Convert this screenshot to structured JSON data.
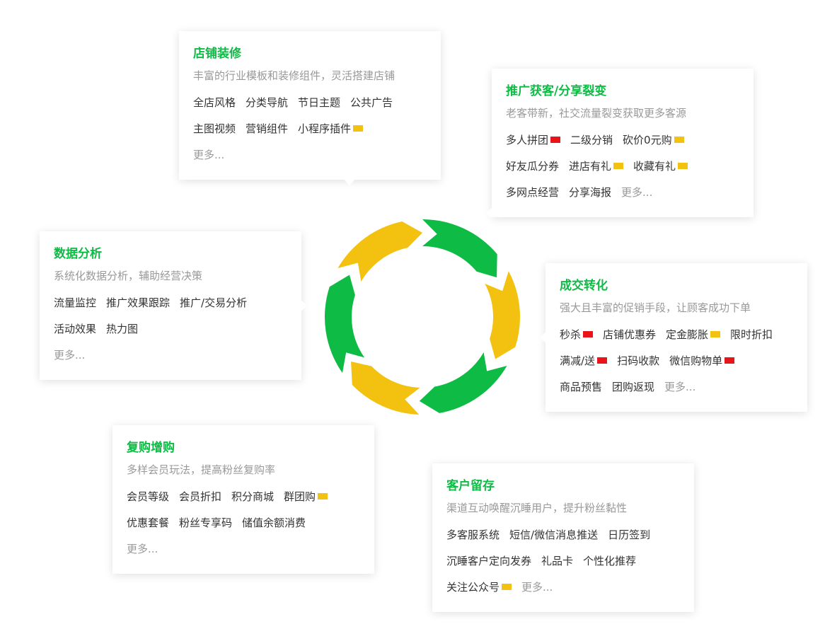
{
  "colors": {
    "green": "#0dbb45",
    "yellow": "#f3c10f",
    "hot": "#e8141a",
    "new": "#f3c10f"
  },
  "cards": {
    "store": {
      "title": "店铺装修",
      "subtitle": "丰富的行业模板和装修组件，灵活搭建店铺",
      "rows": [
        [
          {
            "label": "全店风格"
          },
          {
            "label": "分类导航"
          },
          {
            "label": "节日主题"
          },
          {
            "label": "公共广告"
          }
        ],
        [
          {
            "label": "主图视频"
          },
          {
            "label": "营销组件"
          },
          {
            "label": "小程序插件",
            "badge": "new"
          }
        ],
        [
          {
            "label": "更多...",
            "more": true
          }
        ]
      ]
    },
    "promo": {
      "title": "推广获客/分享裂变",
      "subtitle": "老客带新，社交流量裂变获取更多客源",
      "rows": [
        [
          {
            "label": "多人拼团",
            "badge": "hot"
          },
          {
            "label": "二级分销"
          },
          {
            "label": "砍价0元购",
            "badge": "new"
          }
        ],
        [
          {
            "label": "好友瓜分券"
          },
          {
            "label": "进店有礼",
            "badge": "new"
          },
          {
            "label": "收藏有礼",
            "badge": "new"
          }
        ],
        [
          {
            "label": "多网点经营"
          },
          {
            "label": "分享海报"
          },
          {
            "label": "更多...",
            "more": true
          }
        ]
      ]
    },
    "data": {
      "title": "数据分析",
      "subtitle": "系统化数据分析，辅助经营决策",
      "rows": [
        [
          {
            "label": "流量监控"
          },
          {
            "label": "推广效果跟踪"
          },
          {
            "label": "推广/交易分析"
          }
        ],
        [
          {
            "label": "活动效果"
          },
          {
            "label": "热力图"
          }
        ],
        [
          {
            "label": "更多...",
            "more": true
          }
        ]
      ]
    },
    "deal": {
      "title": "成交转化",
      "subtitle": "强大且丰富的促销手段，让顾客成功下单",
      "rows": [
        [
          {
            "label": "秒杀",
            "badge": "hot"
          },
          {
            "label": "店铺优惠券"
          },
          {
            "label": "定金膨胀",
            "badge": "new"
          },
          {
            "label": "限时折扣"
          }
        ],
        [
          {
            "label": "满减/送",
            "badge": "hot"
          },
          {
            "label": "扫码收款"
          },
          {
            "label": "微信购物单",
            "badge": "hot"
          }
        ],
        [
          {
            "label": "商品预售"
          },
          {
            "label": "团购返现"
          },
          {
            "label": "更多...",
            "more": true
          }
        ]
      ]
    },
    "repurchase": {
      "title": "复购增购",
      "subtitle": "多样会员玩法，提高粉丝复购率",
      "rows": [
        [
          {
            "label": "会员等级"
          },
          {
            "label": "会员折扣"
          },
          {
            "label": "积分商城"
          },
          {
            "label": "群团购",
            "badge": "new"
          }
        ],
        [
          {
            "label": "优惠套餐"
          },
          {
            "label": "粉丝专享码"
          },
          {
            "label": "储值余额消费"
          }
        ],
        [
          {
            "label": "更多...",
            "more": true
          }
        ]
      ]
    },
    "retention": {
      "title": "客户留存",
      "subtitle": "渠道互动唤醒沉睡用户，提升粉丝黏性",
      "rows": [
        [
          {
            "label": "多客服系统"
          },
          {
            "label": "短信/微信消息推送"
          },
          {
            "label": "日历签到"
          }
        ],
        [
          {
            "label": "沉睡客户定向发券"
          },
          {
            "label": "礼品卡"
          },
          {
            "label": "个性化推荐"
          }
        ],
        [
          {
            "label": "关注公众号",
            "badge": "new"
          },
          {
            "label": "更多...",
            "more": true
          }
        ]
      ]
    }
  }
}
